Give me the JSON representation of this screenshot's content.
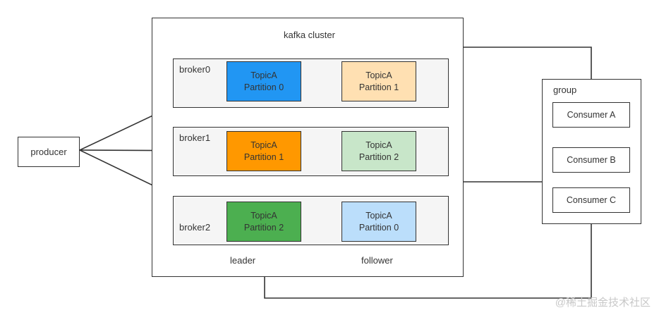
{
  "cluster": {
    "label": "kafka cluster"
  },
  "producer": {
    "label": "producer"
  },
  "brokers": [
    {
      "label": "broker0"
    },
    {
      "label": "broker1"
    },
    {
      "label": "broker2"
    }
  ],
  "partitions": {
    "b0_leader": {
      "topic": "TopicA",
      "partition": "Partition 0",
      "color": "#2196f3"
    },
    "b0_follower": {
      "topic": "TopicA",
      "partition": "Partition 1",
      "color": "#ffe0b2"
    },
    "b1_leader": {
      "topic": "TopicA",
      "partition": "Partition 1",
      "color": "#ff9800"
    },
    "b1_follower": {
      "topic": "TopicA",
      "partition": "Partition 2",
      "color": "#c8e6c9"
    },
    "b2_leader": {
      "topic": "TopicA",
      "partition": "Partition 2",
      "color": "#4caf50"
    },
    "b2_follower": {
      "topic": "TopicA",
      "partition": "Partition 0",
      "color": "#bbdefb"
    }
  },
  "column_labels": {
    "leader": "leader",
    "follower": "follower"
  },
  "group": {
    "label": "group",
    "consumers": [
      "Consumer A",
      "Consumer B",
      "Consumer C"
    ]
  },
  "watermark": "@稀土掘金技术社区"
}
